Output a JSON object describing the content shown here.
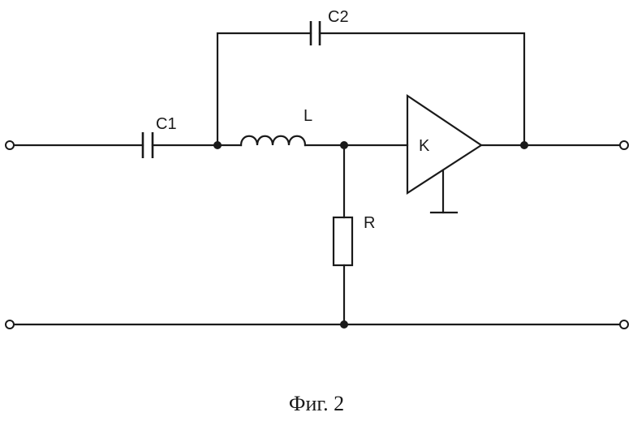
{
  "components": {
    "c1": "C1",
    "c2": "C2",
    "l": "L",
    "r": "R",
    "k": "K"
  },
  "caption": "Фиг. 2",
  "colors": {
    "ink": "#1a1a1a",
    "background": "#ffffff"
  }
}
